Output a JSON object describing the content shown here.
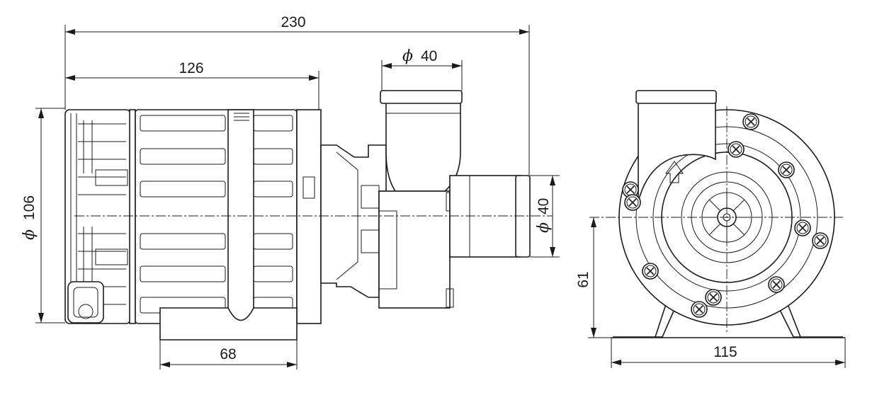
{
  "dimensions": {
    "overall_length": "230",
    "motor_length": "126",
    "motor_diameter": "106",
    "inlet_diameter": "40",
    "outlet_diameter": "40",
    "foot_length": "68",
    "shaft_height": "61",
    "foot_width": "115"
  },
  "symbols": {
    "diameter": "ϕ"
  }
}
